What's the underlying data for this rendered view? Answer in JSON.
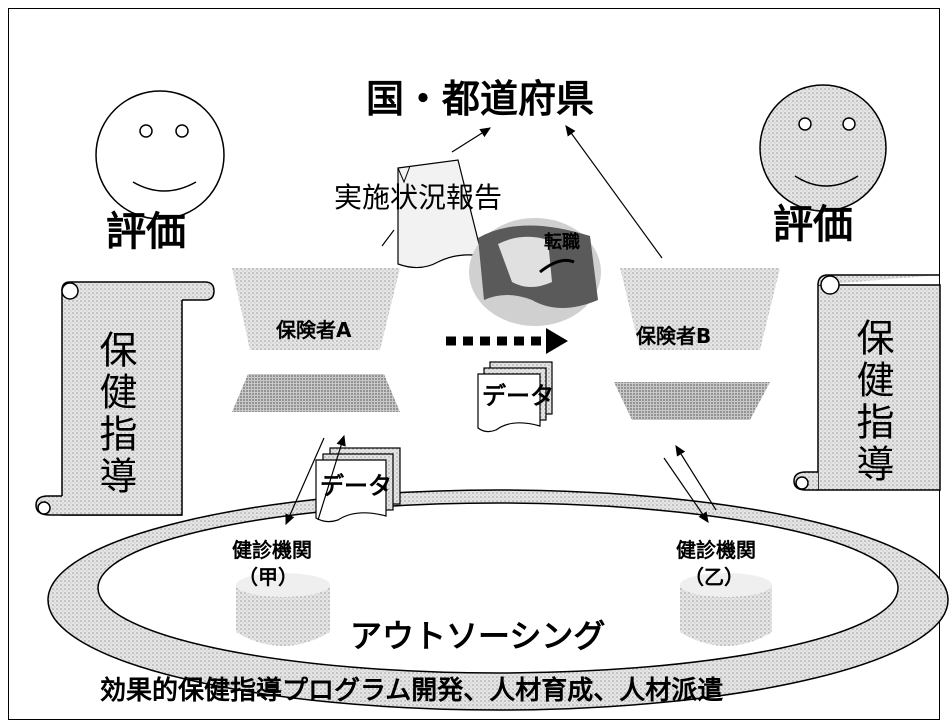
{
  "title": "国・都道府県",
  "report_label": "実施状況報告",
  "evaluation_left": "評価",
  "evaluation_right": "評価",
  "job_change_label": "転職",
  "insurer_a": "保険者A",
  "insurer_b": "保険者B",
  "data_label_center": "データ",
  "data_label_left": "データ",
  "health_guidance_left": "保健指導",
  "health_guidance_right": "保健指導",
  "checkup_org_left": "健診機関",
  "checkup_org_left_sub": "（甲）",
  "checkup_org_right": "健診機関",
  "checkup_org_right_sub": "（乙）",
  "outsourcing_label": "アウトソーシング",
  "footer_text": "効果的保健指導プログラム開発、人材育成、人材派遣",
  "icons": [
    "smiley-face-icon",
    "scroll-icon",
    "document-icon",
    "map-icon",
    "data-stack-icon",
    "arrow-icon"
  ]
}
